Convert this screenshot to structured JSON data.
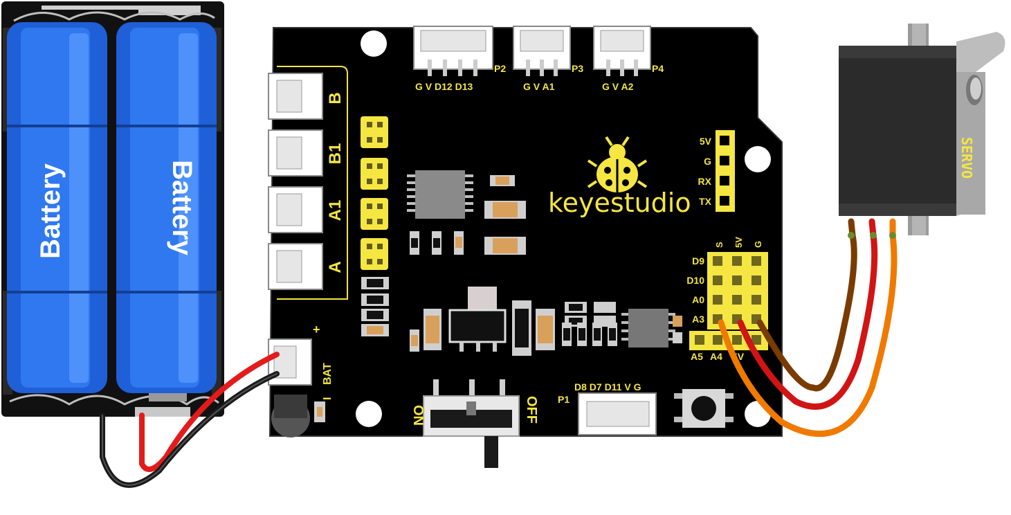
{
  "battery": {
    "label_left": "Battery",
    "label_right": "Battery"
  },
  "board": {
    "brand": "keyestudio",
    "top_ports": [
      {
        "id": "P2",
        "pins": "G V D12 D13"
      },
      {
        "id": "P3",
        "pins": "G V A1"
      },
      {
        "id": "P4",
        "pins": "G V A2"
      }
    ],
    "motor_ports": [
      "B",
      "B1",
      "A1",
      "A"
    ],
    "uart_pins": [
      "5V",
      "G",
      "RX",
      "TX"
    ],
    "servo_header": {
      "columns": [
        "S",
        "5V",
        "G"
      ],
      "rows": [
        "D9",
        "D10",
        "A0",
        "A3"
      ],
      "bottom": [
        "A5",
        "A4",
        "5V"
      ]
    },
    "p1": {
      "id": "P1",
      "pins": "D8 D7 D11 V G"
    },
    "bat": {
      "plus": "+",
      "minus": "I",
      "label": "BAT"
    },
    "switch": {
      "on": "ON",
      "off": "OFF"
    }
  },
  "servo": {
    "label": "SERVO"
  },
  "colors": {
    "board": "#000000",
    "silkscreen": "#f5e642",
    "battery_blue": "#1f63e0",
    "wire_red": "#e31b1b",
    "wire_black": "#1a1a1a",
    "wire_brown": "#7a3b00",
    "wire_orange": "#f07a00"
  }
}
